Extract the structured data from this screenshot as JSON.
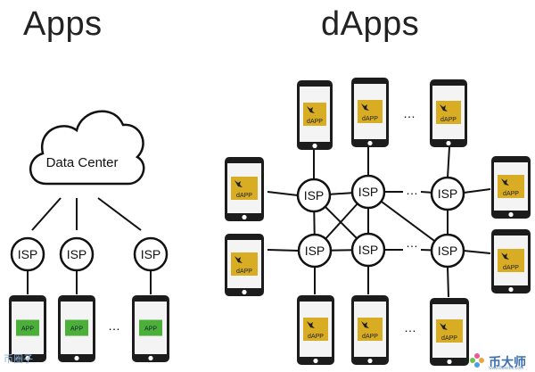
{
  "titles": {
    "left": "Apps",
    "right": "dApps"
  },
  "cloud_label": "Data Center",
  "isp_label": "ISP",
  "app_label": "APP",
  "dapp_label": "dAPP",
  "ellipsis": "…",
  "watermarks": {
    "left": "币圈子",
    "right": "币大师",
    "url": "www.88kebo.com"
  },
  "colors": {
    "app_screen": "#4caf3a",
    "dapp_screen": "#d8ad24",
    "stroke": "#111111",
    "phone_body": "#1c1c1c"
  }
}
